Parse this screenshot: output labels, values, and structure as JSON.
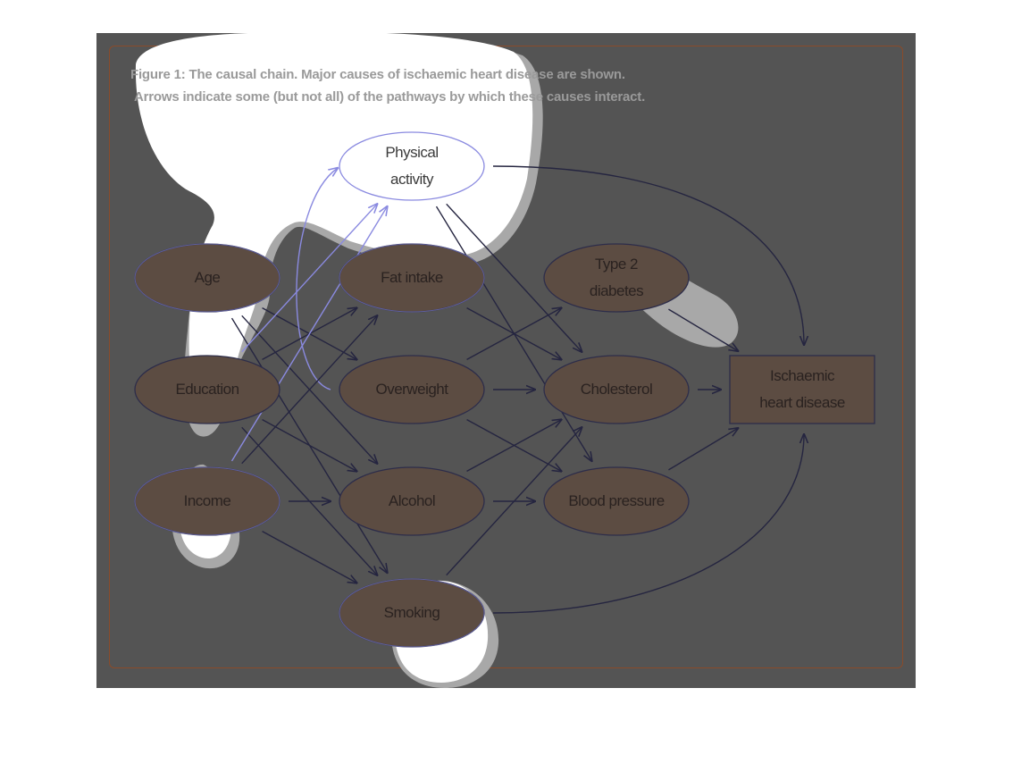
{
  "caption": {
    "line1": "Figure 1: The causal chain. Major causes of ischaemic heart disease are shown.",
    "line2": "Arrows indicate some (but not all) of the pathways by which these causes interact."
  },
  "colors": {
    "frame_bg": "#545454",
    "node_fill": "#5c4c42",
    "node_stroke": "#2d2d4a",
    "edge_stroke": "#252540",
    "highlight_stroke": "#8a8ae0",
    "blob_white": "#ffffff",
    "blob_halo": "#a8a8a8",
    "blob_tan": "#bf9b84"
  },
  "nodes": {
    "physical_activity": {
      "line1": "Physical",
      "line2": "activity"
    },
    "age": {
      "label": "Age"
    },
    "education": {
      "label": "Education"
    },
    "income": {
      "label": "Income"
    },
    "fat_intake": {
      "label": "Fat intake"
    },
    "overweight": {
      "label": "Overweight"
    },
    "alcohol": {
      "label": "Alcohol"
    },
    "smoking": {
      "label": "Smoking"
    },
    "type2_diabetes": {
      "line1": "Type 2",
      "line2": "diabetes"
    },
    "cholesterol": {
      "label": "Cholesterol"
    },
    "blood_pressure": {
      "label": "Blood pressure"
    },
    "ihd": {
      "line1": "Ischaemic",
      "line2": "heart disease"
    }
  },
  "edges": [
    [
      "age",
      "overweight"
    ],
    [
      "age",
      "alcohol"
    ],
    [
      "age",
      "smoking"
    ],
    [
      "age",
      "physical_activity"
    ],
    [
      "education",
      "fat_intake"
    ],
    [
      "education",
      "physical_activity"
    ],
    [
      "education",
      "alcohol"
    ],
    [
      "education",
      "smoking"
    ],
    [
      "income",
      "fat_intake"
    ],
    [
      "income",
      "physical_activity"
    ],
    [
      "income",
      "alcohol"
    ],
    [
      "income",
      "smoking"
    ],
    [
      "fat_intake",
      "cholesterol"
    ],
    [
      "overweight",
      "type2_diabetes"
    ],
    [
      "overweight",
      "cholesterol"
    ],
    [
      "overweight",
      "blood_pressure"
    ],
    [
      "alcohol",
      "cholesterol"
    ],
    [
      "alcohol",
      "blood_pressure"
    ],
    [
      "smoking",
      "cholesterol"
    ],
    [
      "smoking",
      "ihd"
    ],
    [
      "physical_activity",
      "cholesterol"
    ],
    [
      "physical_activity",
      "blood_pressure"
    ],
    [
      "physical_activity",
      "ihd"
    ],
    [
      "type2_diabetes",
      "ihd"
    ],
    [
      "cholesterol",
      "ihd"
    ],
    [
      "blood_pressure",
      "ihd"
    ]
  ]
}
